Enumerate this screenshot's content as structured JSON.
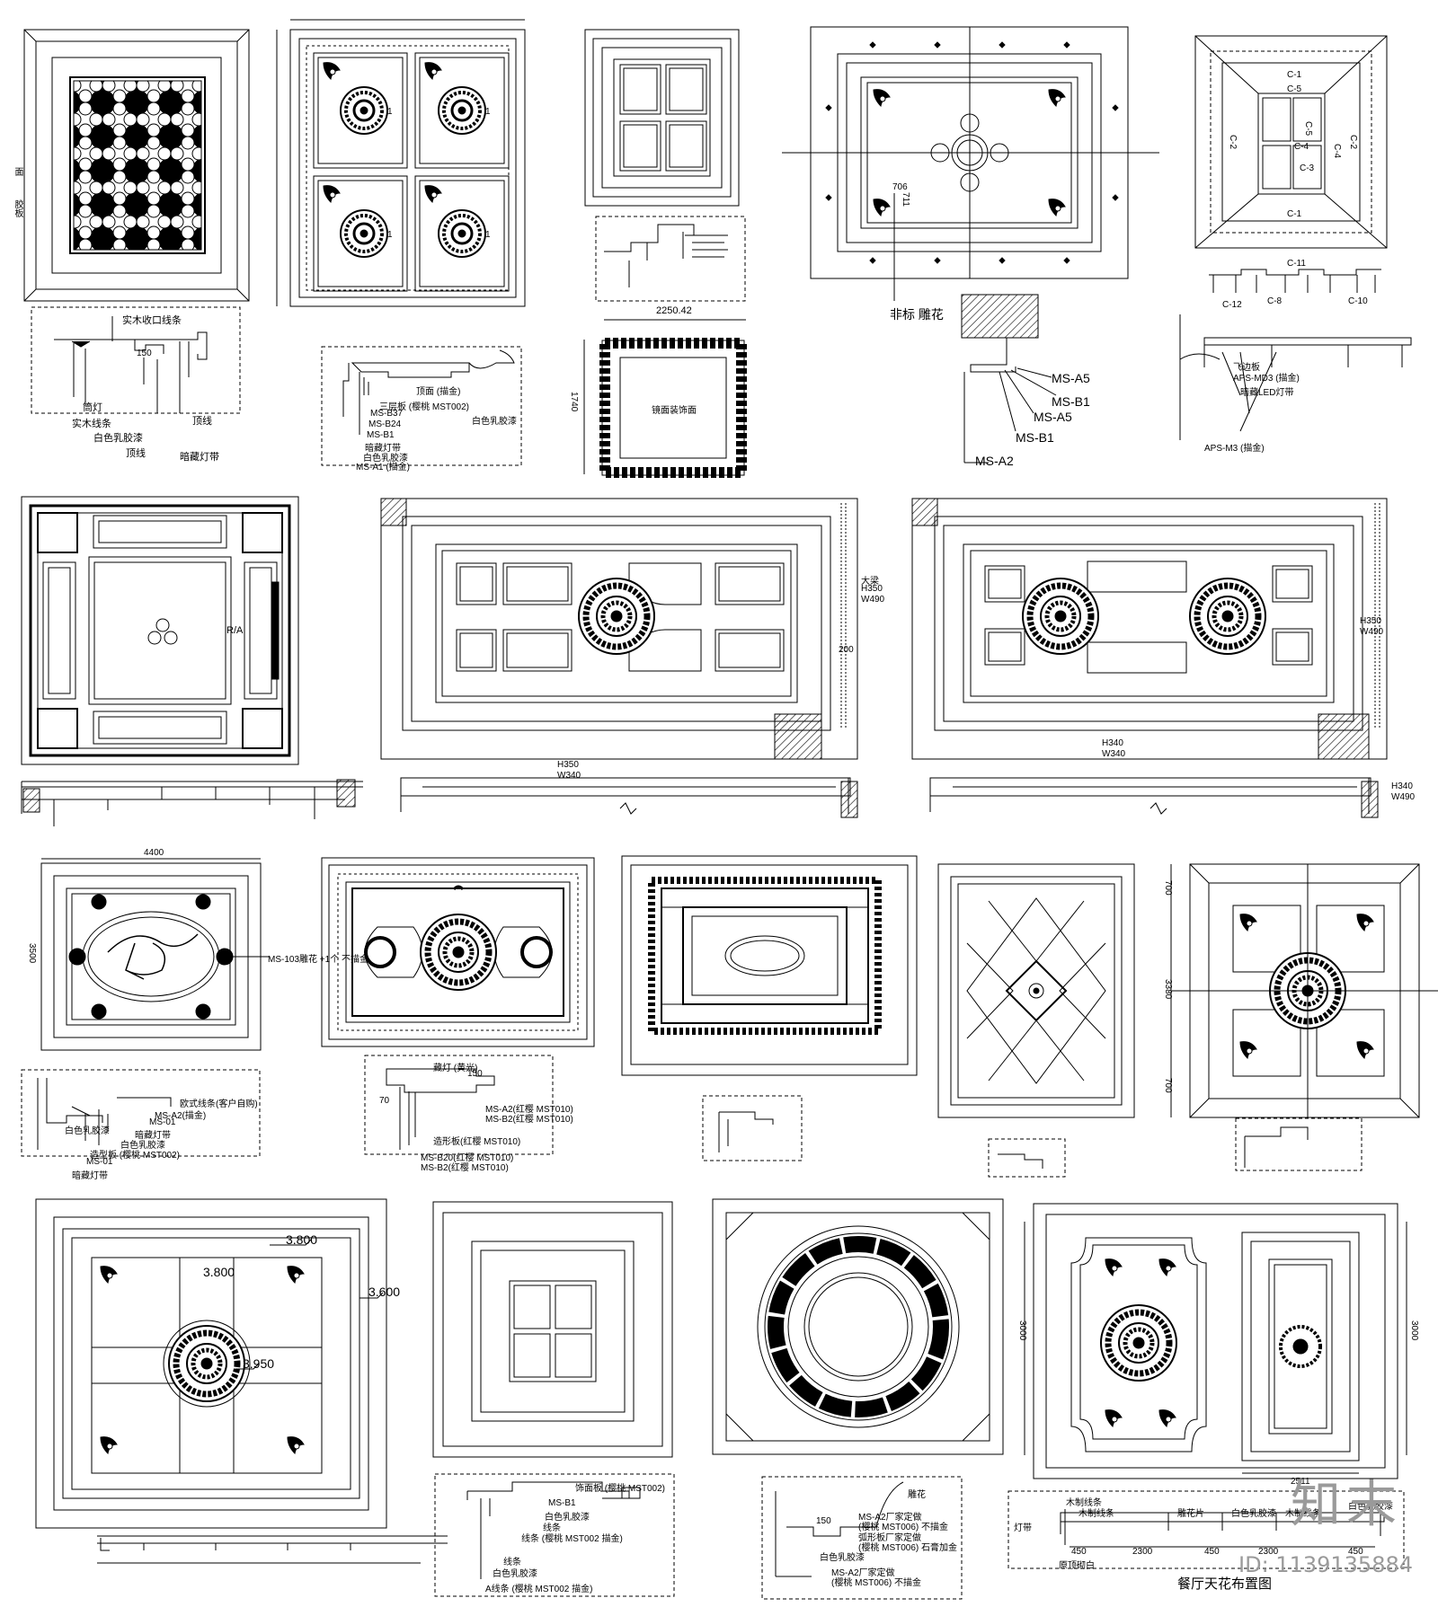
{
  "row1": {
    "p1_labels": {
      "top": "实木收口线条",
      "dim150": "150",
      "lamp": "筒灯",
      "wood": "实木线条",
      "latex": "白色乳胶漆",
      "topline": "顶线",
      "topline2": "顶线",
      "strip": "暗藏灯带",
      "side1": "面",
      "side2": "胶板"
    },
    "p2_labels": {
      "three_layer": "三层板 (樱桃 MST002)",
      "b37": "MS-B37",
      "b24": "MS-B24",
      "b1": "MS-B1",
      "led": "暗藏灯带",
      "latex": "白色乳胶漆",
      "a1": "MS-A1 (描金)",
      "top_r": "顶面 (描金)",
      "latex2": "白色乳胶漆",
      "num1": "1",
      "num2": "1",
      "num3": "1",
      "num4": "1"
    },
    "p3_labels": {
      "dim1": "2250.42",
      "dim2": "1740",
      "center": "镜面装饰面"
    },
    "p4_labels": {
      "nonstd": "非标 雕花",
      "a5": "MS-A5",
      "b1": "MS-B1",
      "a5b": "MS-A5",
      "b1b": "MS-B1",
      "a2": "MS-A2",
      "d706": "706",
      "d711": "711"
    },
    "p5_labels": {
      "c1": "C-1",
      "c1b": "C-1",
      "c2": "C-2",
      "c2b": "C-2",
      "c3": "C-3",
      "c4": "C-4",
      "c4b": "C-4",
      "c5": "C-5",
      "c5b": "C-5",
      "c11": "C-11",
      "c12": "C-12",
      "c8": "C-8",
      "c10": "C-10",
      "md3": "APS-MD3 (描金)",
      "m3": "APS-M3 (描金)",
      "led": "暗藏LED灯带",
      "board": "飞边板"
    }
  },
  "row2": {
    "p6_labels": {
      "ra": "R/A"
    },
    "p7_labels": {
      "h": "H350",
      "w": "W490",
      "d200": "200",
      "h2": "H350",
      "w2": "W340",
      "top_r": "大梁"
    },
    "p8_labels": {
      "h": "H350",
      "w": "W490",
      "h2": "H340",
      "w2": "W340",
      "h3": "H340",
      "w3": "W490"
    }
  },
  "row3": {
    "p9_labels": {
      "dim4400": "4400",
      "dim3500": "3500",
      "ms": "MS-103雕花 +1个 不描金",
      "l1": "欧式线条(客户自购)",
      "l2": "MS-A2(描金)",
      "l3": "MS-01",
      "l4": "暗藏灯带",
      "l5": "白色乳胶漆",
      "l6": "造型板 (樱桃 MST002)",
      "l7": "MS-01",
      "l8": "白色乳胶漆",
      "l9": "暗藏灯带"
    },
    "p10_labels": {
      "l1": "藏灯 (黄光)",
      "l2": "MS-A2(红樱 MST010)",
      "l3": "MS-B2(红樱 MST010)",
      "l4": "造形板(红樱 MST010)",
      "l5": "MS-B20(红樱 MST010)",
      "l6": "MS-B2(红樱 MST010)",
      "d150": "150",
      "d70": "70"
    },
    "p13_labels": {
      "d700": "700",
      "d3380": "3380",
      "d700b": "700"
    }
  },
  "row4": {
    "p14_labels": {
      "e1": "3.800",
      "e2": "3.800",
      "e3": "3.600",
      "e4": "3.950"
    },
    "p15_labels": {
      "l1": "饰面板 (樱桃 MST002)",
      "l2": "MS-B1",
      "l3": "白色乳胶漆",
      "l4": "线条",
      "l5": "线条 (樱桃 MST002 描金)",
      "l6": "线条",
      "l7": "白色乳胶漆",
      "l8": "A线条 (樱桃 MST002 描金)"
    },
    "p16_labels": {
      "l1": "雕花",
      "l2": "MS-A2厂家定做",
      "l3": "(樱桃 MST006) 不描金",
      "l4": "弧形板厂家定做",
      "l5": "(樱桃 MST006) 石膏加金",
      "l6": "MS-A2厂家定做",
      "l7": "(樱桃 MST006) 不描金",
      "l8": "白色乳胶漆",
      "d150": "150"
    },
    "p17_labels": {
      "d3000": "3000",
      "d3000b": "3000",
      "d2511": "2511",
      "l1": "木制线条",
      "l2": "木制线条",
      "l3": "雕花片",
      "l4": "白色乳胶漆",
      "l5": "木制线条",
      "l6": "白色乳胶漆",
      "l7": "灯带",
      "l8": "原顶砌白",
      "d450": "450",
      "d2300": "2300",
      "d450b": "450",
      "d2300b": "2300",
      "d450c": "450",
      "caption": "餐厅天花布置图"
    }
  },
  "brand": {
    "logo": "知末",
    "id": "ID: 1139135884"
  }
}
